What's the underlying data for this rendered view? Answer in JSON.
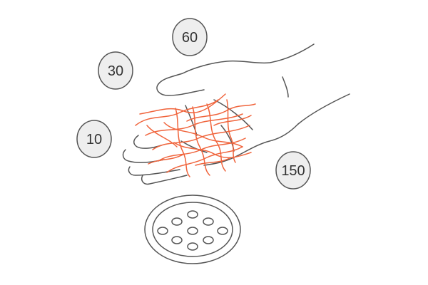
{
  "colors": {
    "outline": "#555555",
    "hair": "#f0643c",
    "badge_fill": "#eeeeee",
    "badge_stroke": "#555555",
    "background": "#ffffff"
  },
  "badges": [
    {
      "label": "60"
    },
    {
      "label": "30"
    },
    {
      "label": "10"
    },
    {
      "label": "150"
    }
  ],
  "icons": {
    "hand": "open-palm-icon",
    "hair": "hair-strands-icon",
    "drain": "drain-icon"
  }
}
